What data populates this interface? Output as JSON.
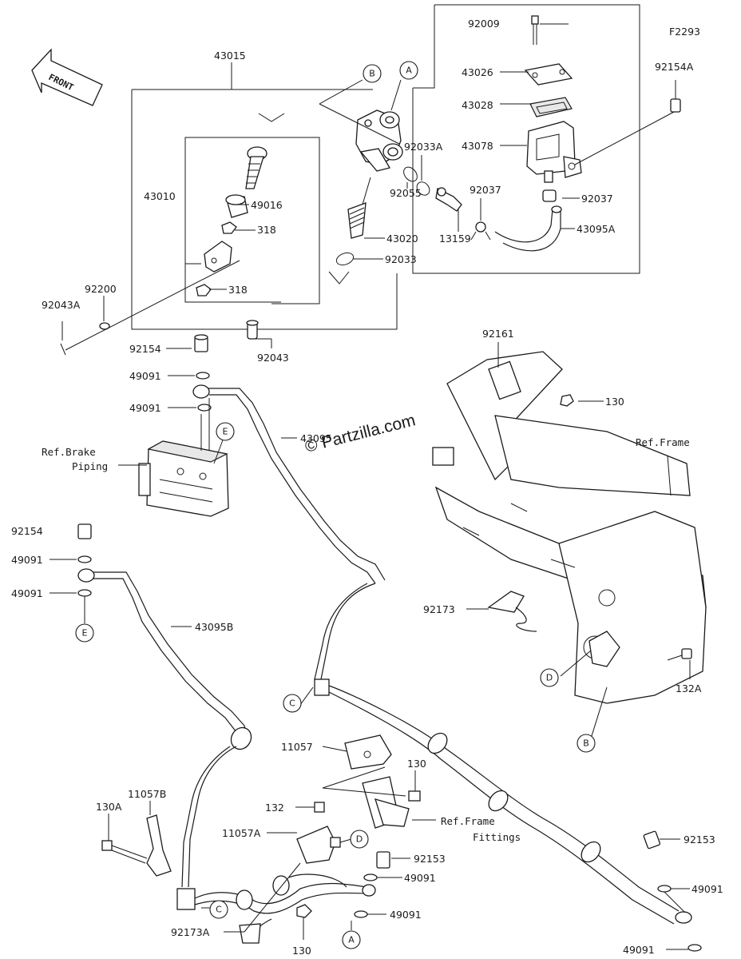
{
  "diagram_code": "F2293",
  "front_label": "FRONT",
  "watermark": "© Partzilla.com",
  "refs": {
    "brake_piping_1": "Ref.Brake",
    "brake_piping_2": "Piping",
    "frame": "Ref.Frame",
    "frame_fittings_1": "Ref.Frame",
    "frame_fittings_2": "Fittings"
  },
  "callouts": {
    "A": "A",
    "B": "B",
    "C": "C",
    "D": "D",
    "E": "E"
  },
  "parts": {
    "p43015": "43015",
    "p43010": "43010",
    "p49016": "49016",
    "p318a": "318",
    "p318b": "318",
    "p92200": "92200",
    "p92043A": "92043A",
    "p92043": "92043",
    "p92009": "92009",
    "p43026": "43026",
    "p43028": "43028",
    "p43078": "43078",
    "p92154A": "92154A",
    "p92033A": "92033A",
    "p92037a": "92037",
    "p92037b": "92037",
    "p92055": "92055",
    "p43020": "43020",
    "p13159": "13159",
    "p92033": "92033",
    "p43095A": "43095A",
    "p92161": "92161",
    "p130a": "130",
    "p92154a": "92154",
    "p49091a": "49091",
    "p49091b": "49091",
    "p43095": "43095",
    "p92154b": "92154",
    "p49091c": "49091",
    "p49091d": "49091",
    "p43095B": "43095B",
    "p92173": "92173",
    "p132A": "132A",
    "p11057": "11057",
    "p130b": "130",
    "p132": "132",
    "p11057A": "11057A",
    "p11057B": "11057B",
    "p130A": "130A",
    "p92153a": "92153",
    "p49091e": "49091",
    "p49091f": "49091",
    "p92173A": "92173A",
    "p130c": "130",
    "p92153b": "92153",
    "p49091g": "49091",
    "p49091h": "49091"
  }
}
